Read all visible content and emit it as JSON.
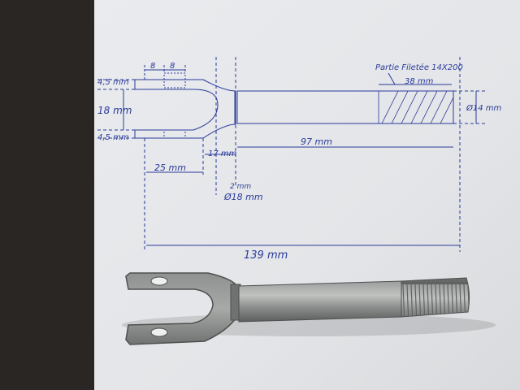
{
  "photo": {
    "colors": {
      "table": "#2a2624",
      "paper": "#eceef0",
      "ink": "#2b3a9a",
      "metal": "#8a8d8c"
    },
    "drawing": {
      "thread_note": "Partie Filetée 14X200",
      "labels": {
        "slot_top": "4,5 mm",
        "slot_width": "18 mm",
        "slot_bottom": "4,5 mm",
        "prong_top": "8",
        "prong_top_2": "8",
        "thread_length": "38 mm",
        "shaft_diameter": "Ø14 mm",
        "shaft_length": "97 mm",
        "fork_length": "25 mm",
        "neck_length": "17 mm",
        "neck_gap": "2 mm",
        "neck_diameter": "Ø18 mm",
        "total_length": "139 mm"
      }
    }
  }
}
